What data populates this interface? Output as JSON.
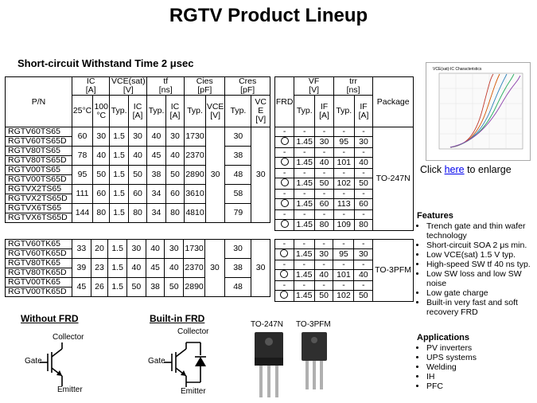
{
  "title": "RGTV Product Lineup",
  "subtitle": "Short-circuit Withstand Time 2 μsec",
  "table_headers": {
    "pn": "P/N",
    "ic": "IC",
    "ic_unit": "[A]",
    "vce": "VCE(sat)",
    "vce_unit": "[V]",
    "tf": "tf",
    "tf_unit": "[ns]",
    "cies": "Cies",
    "cies_unit": "[pF]",
    "cres": "Cres",
    "cres_unit": "[pF]",
    "t25": "25°C",
    "t100": "100 °C",
    "typ": "Typ.",
    "ic_a": "IC [A]",
    "vce_v": "VCE [V]",
    "vc_e": "VC E [V]",
    "frd": "FRD",
    "vf": "VF",
    "vf_unit": "[V]",
    "trr": "trr",
    "trr_unit": "[ns]",
    "if_a": "IF [A]",
    "package": "Package",
    "dash": "-"
  },
  "top_groups": [
    {
      "rows": [
        "RGTV60TS65",
        "RGTV60TS65D"
      ],
      "ic25": "60",
      "ic100": "30",
      "vce": "1.5",
      "vce_ic": "30",
      "tf": "40",
      "tf_ic": "30",
      "cies": "1730",
      "cres": "30",
      "frd": {
        "vf": "1.45",
        "vf_if": "30",
        "trr": "95",
        "trr_if": "30"
      }
    },
    {
      "rows": [
        "RGTV80TS65",
        "RGTV80TS65D"
      ],
      "ic25": "78",
      "ic100": "40",
      "vce": "1.5",
      "vce_ic": "40",
      "tf": "45",
      "tf_ic": "40",
      "cies": "2370",
      "cres": "38",
      "frd": {
        "vf": "1.45",
        "vf_if": "40",
        "trr": "101",
        "trr_if": "40"
      }
    },
    {
      "rows": [
        "RGTV00TS65",
        "RGTV00TS65D"
      ],
      "ic25": "95",
      "ic100": "50",
      "vce": "1.5",
      "vce_ic": "50",
      "tf": "38",
      "tf_ic": "50",
      "cies": "2890",
      "cres": "48",
      "frd": {
        "vf": "1.45",
        "vf_if": "50",
        "trr": "102",
        "trr_if": "50"
      }
    },
    {
      "rows": [
        "RGTVX2TS65",
        "RGTVX2TS65D"
      ],
      "ic25": "111",
      "ic100": "60",
      "vce": "1.5",
      "vce_ic": "60",
      "tf": "34",
      "tf_ic": "60",
      "cies": "3610",
      "cres": "58",
      "frd": {
        "vf": "1.45",
        "vf_if": "60",
        "trr": "113",
        "trr_if": "60"
      }
    },
    {
      "rows": [
        "RGTVX6TS65",
        "RGTVX6TS65D"
      ],
      "ic25": "144",
      "ic100": "80",
      "vce": "1.5",
      "vce_ic": "80",
      "tf": "34",
      "tf_ic": "80",
      "cies": "4810",
      "cres": "79",
      "frd": {
        "vf": "1.45",
        "vf_if": "80",
        "trr": "109",
        "trr_if": "80"
      }
    }
  ],
  "top_shared": {
    "cies_vce": "30",
    "cres_vce": "30",
    "package": "TO-247N"
  },
  "bottom_groups": [
    {
      "rows": [
        "RGTV60TK65",
        "RGTV60TK65D"
      ],
      "ic25": "33",
      "ic100": "20",
      "vce": "1.5",
      "vce_ic": "30",
      "tf": "40",
      "tf_ic": "30",
      "cies": "1730",
      "cres": "30",
      "frd": {
        "vf": "1.45",
        "vf_if": "30",
        "trr": "95",
        "trr_if": "30"
      }
    },
    {
      "rows": [
        "RGTV80TK65",
        "RGTV80TK65D"
      ],
      "ic25": "39",
      "ic100": "23",
      "vce": "1.5",
      "vce_ic": "40",
      "tf": "45",
      "tf_ic": "40",
      "cies": "2370",
      "cres": "38",
      "frd": {
        "vf": "1.45",
        "vf_if": "40",
        "trr": "101",
        "trr_if": "40"
      }
    },
    {
      "rows": [
        "RGTV00TK65",
        "RGTV00TK65D"
      ],
      "ic25": "45",
      "ic100": "26",
      "vce": "1.5",
      "vce_ic": "50",
      "tf": "38",
      "tf_ic": "50",
      "cies": "2890",
      "cres": "48",
      "frd": {
        "vf": "1.45",
        "vf_if": "50",
        "trr": "102",
        "trr_if": "50"
      }
    }
  ],
  "bottom_shared": {
    "cies_vce": "30",
    "cres_vce": "30",
    "package": "TO-3PFM"
  },
  "chart_thumb": {
    "title": "VCE(sat)-IC Characteristics"
  },
  "enlarge": {
    "prefix": "Click ",
    "link": "here",
    "suffix": " to enlarge"
  },
  "features": {
    "heading": "Features",
    "items": [
      "Trench gate and thin wafer technology",
      "Short-circuit SOA 2 μs min.",
      "Low VCE(sat) 1.5 V typ.",
      "High-speed SW tf 40 ns typ.",
      "Low SW loss and low SW noise",
      "Low gate charge",
      "Built-in very fast and soft recovery FRD"
    ]
  },
  "applications": {
    "heading": "Applications",
    "items": [
      "PV inverters",
      "UPS systems",
      "Welding",
      "IH",
      "PFC"
    ]
  },
  "circuits": {
    "without_frd": "Without FRD",
    "built_in_frd": "Built-in FRD",
    "collector": "Collector",
    "gate": "Gate",
    "emitter": "Emitter"
  },
  "packages": {
    "to247n": "TO-247N",
    "to3pfm": "TO-3PFM"
  },
  "colors": {
    "link": "#0000ee",
    "package_body": "#2a2a2a",
    "lead": "#b0b0b0"
  }
}
